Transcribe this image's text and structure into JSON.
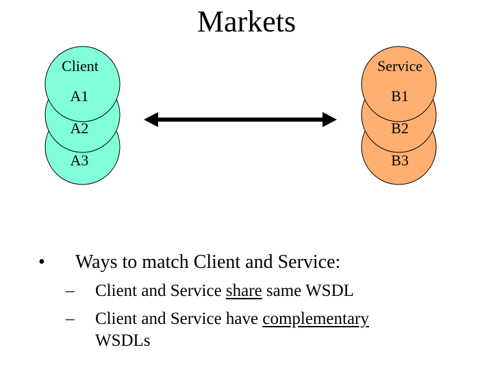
{
  "title": "Markets",
  "client_stack": {
    "header": "Client",
    "items": [
      "A1",
      "A2",
      "A3"
    ],
    "color": "#80ffd9"
  },
  "service_stack": {
    "header": "Service",
    "items": [
      "B1",
      "B2",
      "B3"
    ],
    "color": "#ffb070"
  },
  "connector": {
    "type": "double-headed-arrow",
    "color": "#000000"
  },
  "bullets": {
    "main": {
      "marker": "•",
      "text": "Ways to match Client and Service:"
    },
    "subs": [
      {
        "marker": "–",
        "pre": "Client and Service ",
        "underlined": "share",
        "post": " same WSDL"
      },
      {
        "marker": "–",
        "pre": "Client and Service have ",
        "underlined": "complementary",
        "post": "",
        "line2": "WSDLs"
      }
    ]
  }
}
